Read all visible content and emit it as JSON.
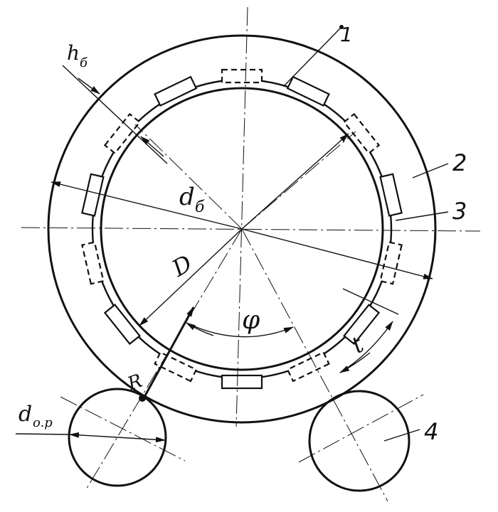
{
  "labels": {
    "h_b": "h",
    "h_b_sub": "б",
    "d_b": "d",
    "d_b_sub": "б",
    "D": "D",
    "phi": "φ",
    "t": "t",
    "R": "R",
    "d_op": "d",
    "d_op_sub": "o.p"
  },
  "part_numbers": {
    "one": "1",
    "two": "2",
    "three": "3",
    "four": "4"
  }
}
